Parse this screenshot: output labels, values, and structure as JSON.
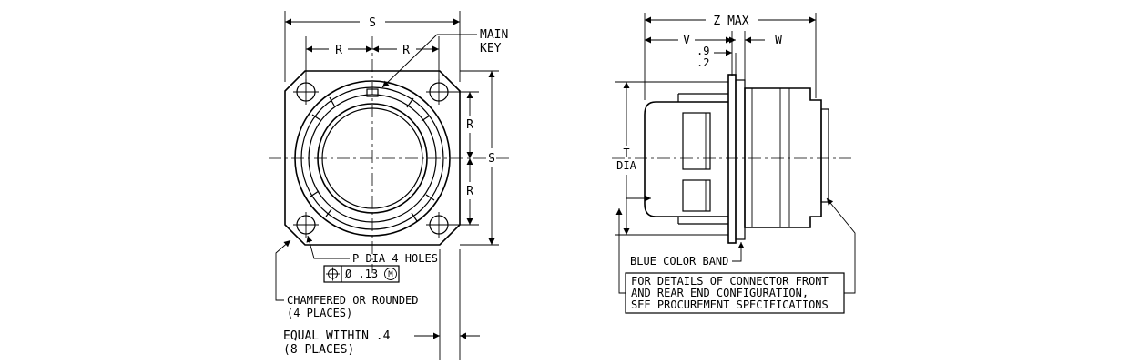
{
  "front_view": {
    "dim_s_top": "S",
    "dim_r_left": "R",
    "dim_r_right": "R",
    "main_key_line1": "MAIN",
    "main_key_line2": "KEY",
    "dim_r_upper": "R",
    "dim_r_lower": "R",
    "dim_s_side": "S",
    "hole_note": "P DIA 4 HOLES",
    "tolerance_value": "Ø .13",
    "tolerance_modifier": "M",
    "corner_note_line1": "CHAMFERED OR ROUNDED",
    "corner_note_line2": "(4 PLACES)",
    "equal_note_line1": "EQUAL WITHIN .4",
    "equal_note_line2": "(8 PLACES)"
  },
  "side_view": {
    "dim_z": "Z MAX",
    "dim_v": "V",
    "dim_w": "W",
    "tol_upper": ".9",
    "tol_lower": ".2",
    "dim_t_line1": "T",
    "dim_t_line2": "DIA",
    "band_note": "BLUE COLOR BAND",
    "box_line1": "FOR DETAILS OF CONNECTOR FRONT",
    "box_line2": "AND REAR END CONFIGURATION,",
    "box_line3": "SEE PROCUREMENT SPECIFICATIONS"
  }
}
